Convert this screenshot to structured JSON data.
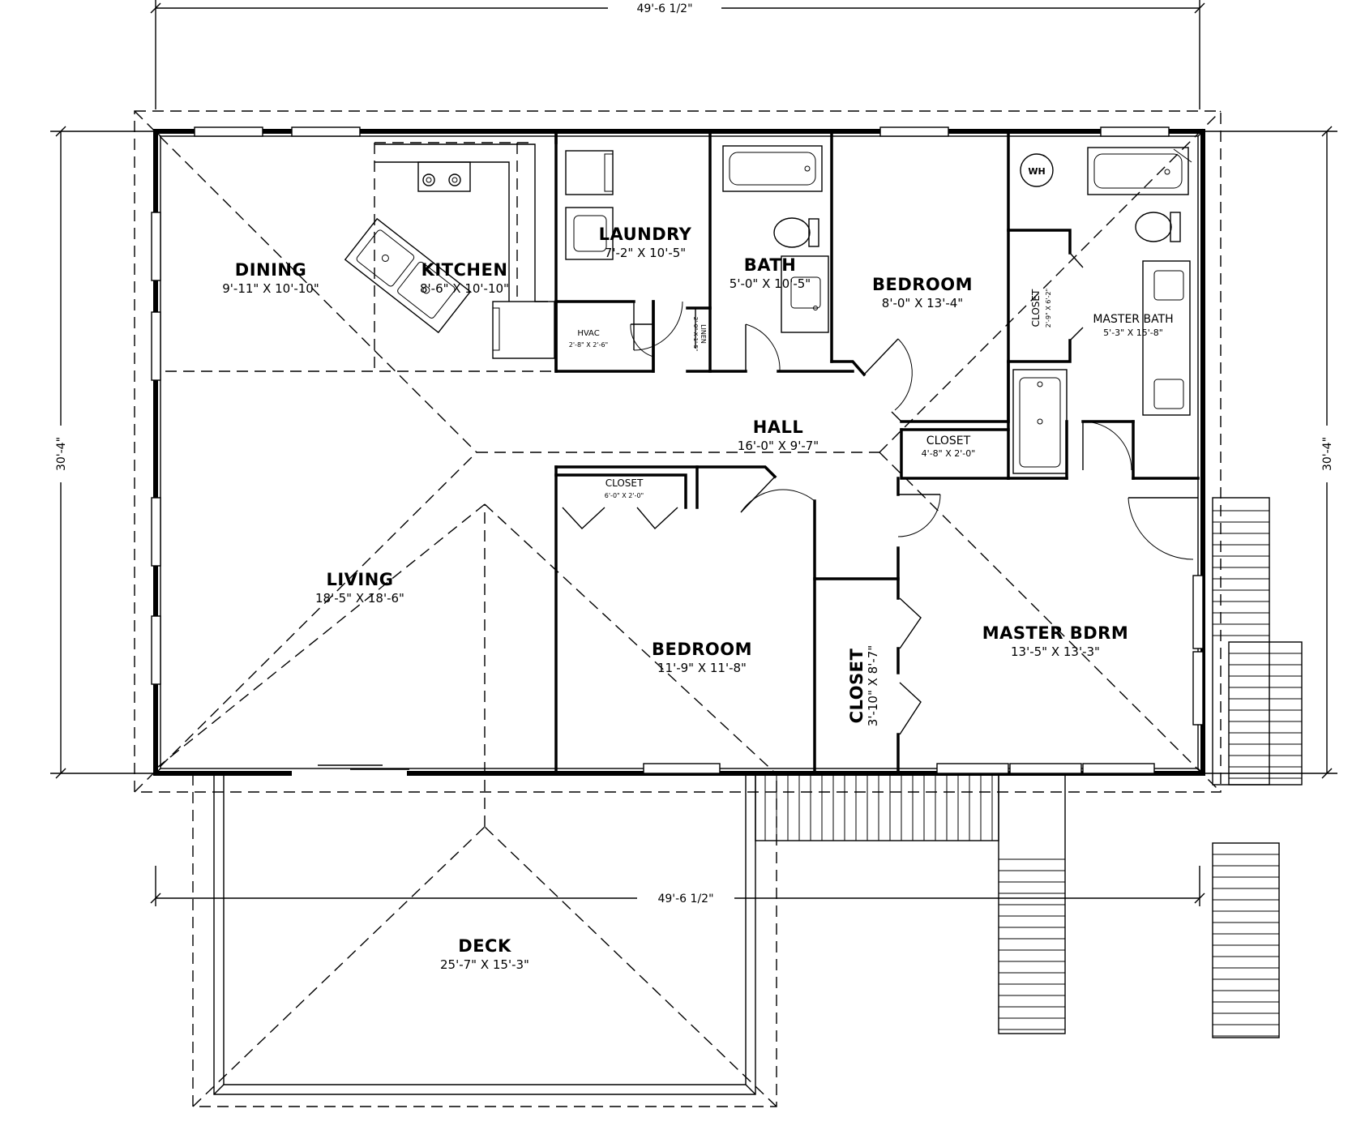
{
  "plan": {
    "overall": {
      "width_top": "49'-6 1/2\"",
      "width_bottom": "49'-6 1/2\"",
      "depth_left": "30'-4\"",
      "depth_right": "30'-4\""
    },
    "rooms": {
      "dining": {
        "name": "DINING",
        "size": "9'-11\" X 10'-10\""
      },
      "kitchen": {
        "name": "KITCHEN",
        "size": "8'-6\" X 10'-10\""
      },
      "laundry": {
        "name": "LAUNDRY",
        "size": "7'-2\" X 10'-5\""
      },
      "bath": {
        "name": "BATH",
        "size": "5'-0\" X 10'-5\""
      },
      "bedroom_1": {
        "name": "BEDROOM",
        "size": "8'-0\" X 13'-4\""
      },
      "closet_mb": {
        "name": "CLOSET",
        "size": "2'-9\" X 6'-2\""
      },
      "master_bath": {
        "name": "MASTER BATH",
        "size": "5'-3\" X 15'-8\""
      },
      "hvac": {
        "name": "HVAC",
        "size": "2'-8\" X 2'-6\""
      },
      "linen": {
        "name": "LINEN",
        "size": "2'-0\" X 1'-5\""
      },
      "hall": {
        "name": "HALL",
        "size": "16'-0\" X 9'-7\""
      },
      "closet_hall": {
        "name": "CLOSET",
        "size": "4'-8\" X 2'-0\""
      },
      "closet_bed2": {
        "name": "CLOSET",
        "size": "6'-0\" X 2'-0\""
      },
      "living": {
        "name": "LIVING",
        "size": "18'-5\" X 18'-6\""
      },
      "bedroom_2": {
        "name": "BEDROOM",
        "size": "11'-9\" X 11'-8\""
      },
      "closet_master": {
        "name": "CLOSET",
        "size": "3'-10\" X 8'-7\""
      },
      "master_bdrm": {
        "name": "MASTER BDRM",
        "size": "13'-5\" X 13'-3\""
      },
      "deck": {
        "name": "DECK",
        "size": "25'-7\" X 15'-3\""
      }
    },
    "fixtures": {
      "water_heater": "WH"
    }
  }
}
